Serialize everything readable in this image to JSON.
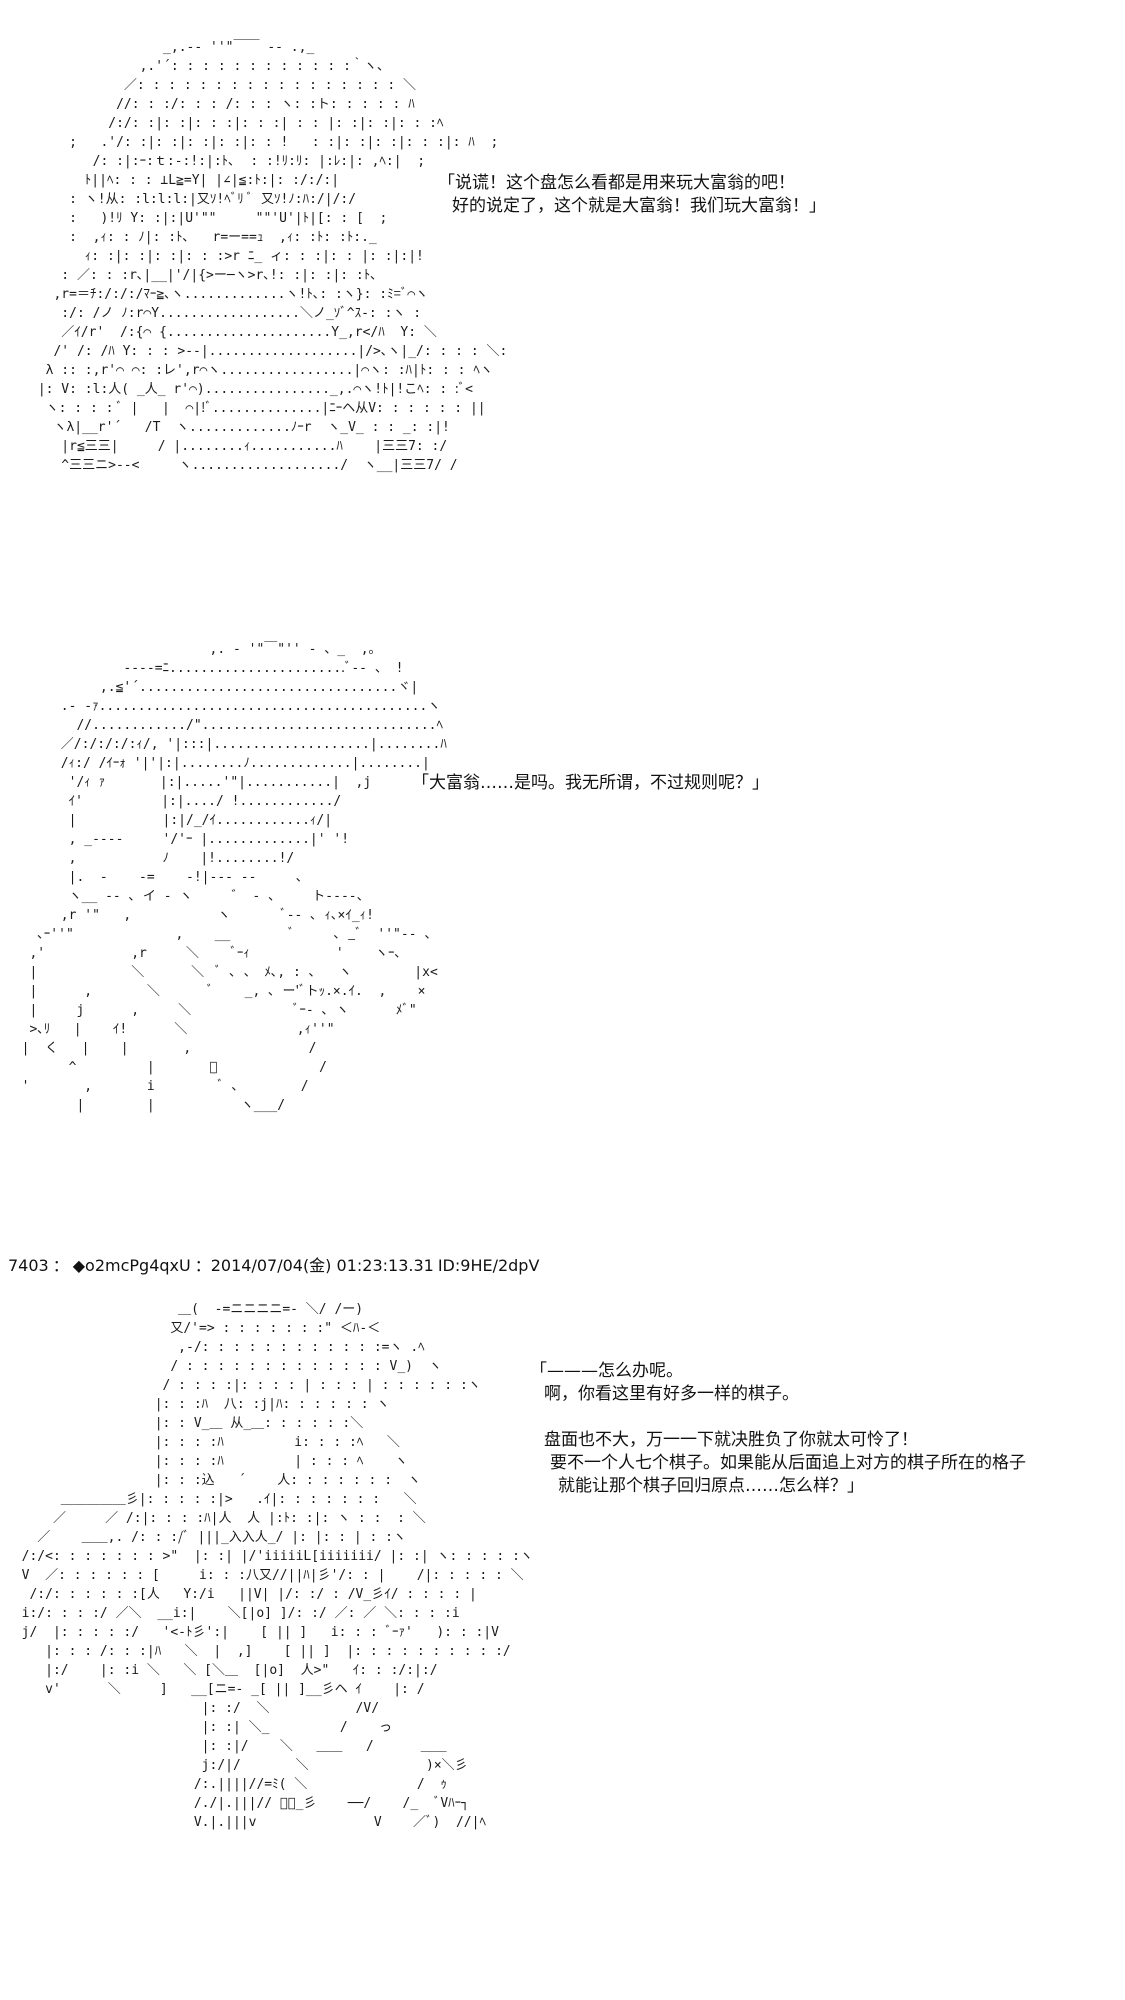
{
  "panel1": {
    "speech": [
      "「说谎！这个盘怎么看都是用来玩大富翁的吧！",
      "好的说定了，这个就是大富翁！我们玩大富翁！」"
    ]
  },
  "panel2": {
    "speech": [
      "「大富翁……是吗。我无所谓，不过规则呢？」"
    ]
  },
  "post": {
    "number": "7403",
    "separator": "：",
    "trip": "◆o2mcPg4qxU",
    "datetime": "：2014/07/04(金) 01:23:13.31",
    "id": "ID:9HE/2dpV"
  },
  "panel3": {
    "speech": [
      "「———怎么办呢。",
      "啊，你看这里有好多一样的棋子。",
      "",
      "盘面也不大，万一一下就决胜负了你就太可怜了！",
      "要不一个人七个棋子。如果能从后面追上对方的棋子所在的格子",
      "就能让那个棋子回归原点……怎么样？」"
    ]
  }
}
